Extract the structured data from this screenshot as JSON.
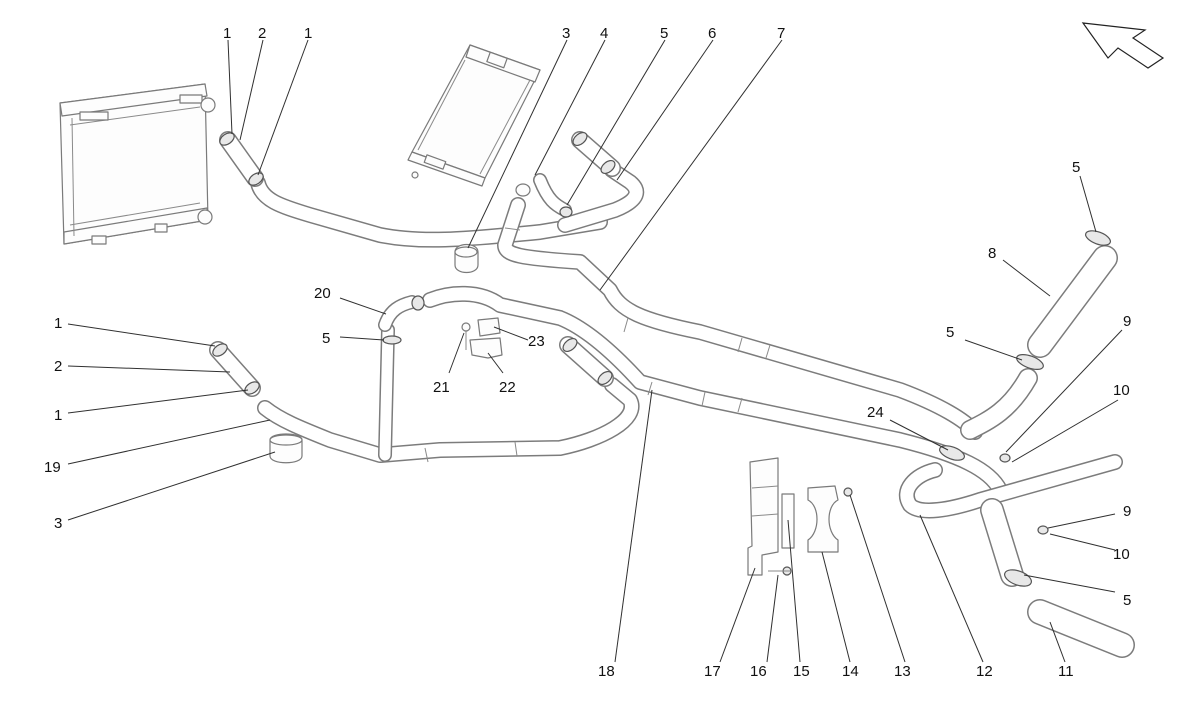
{
  "callouts": [
    {
      "id": "c1a",
      "text": "1"
    },
    {
      "id": "c2a",
      "text": "2"
    },
    {
      "id": "c1b",
      "text": "1"
    },
    {
      "id": "c3a",
      "text": "3"
    },
    {
      "id": "c4",
      "text": "4"
    },
    {
      "id": "c5a",
      "text": "5"
    },
    {
      "id": "c6",
      "text": "6"
    },
    {
      "id": "c7",
      "text": "7"
    },
    {
      "id": "c5b",
      "text": "5"
    },
    {
      "id": "c8",
      "text": "8"
    },
    {
      "id": "c9a",
      "text": "9"
    },
    {
      "id": "c5c",
      "text": "5"
    },
    {
      "id": "c10a",
      "text": "10"
    },
    {
      "id": "c24",
      "text": "24"
    },
    {
      "id": "c9b",
      "text": "9"
    },
    {
      "id": "c10b",
      "text": "10"
    },
    {
      "id": "c5d",
      "text": "5"
    },
    {
      "id": "c20",
      "text": "20"
    },
    {
      "id": "c5e",
      "text": "5"
    },
    {
      "id": "c23",
      "text": "23"
    },
    {
      "id": "c21",
      "text": "21"
    },
    {
      "id": "c22",
      "text": "22"
    },
    {
      "id": "c1c",
      "text": "1"
    },
    {
      "id": "c2b",
      "text": "2"
    },
    {
      "id": "c1d",
      "text": "1"
    },
    {
      "id": "c19",
      "text": "19"
    },
    {
      "id": "c3b",
      "text": "3"
    },
    {
      "id": "c18",
      "text": "18"
    },
    {
      "id": "c17",
      "text": "17"
    },
    {
      "id": "c16",
      "text": "16"
    },
    {
      "id": "c15",
      "text": "15"
    },
    {
      "id": "c14",
      "text": "14"
    },
    {
      "id": "c13",
      "text": "13"
    },
    {
      "id": "c12",
      "text": "12"
    },
    {
      "id": "c11",
      "text": "11"
    }
  ]
}
